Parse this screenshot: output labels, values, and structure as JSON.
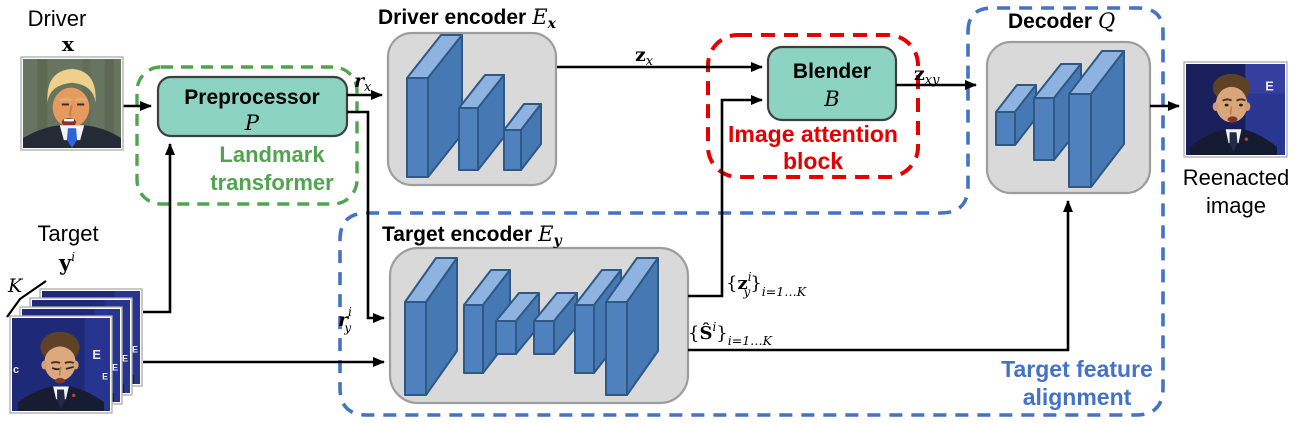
{
  "fig": {
    "driver": {
      "label": "Driver",
      "symbol": "x"
    },
    "target": {
      "label": "Target",
      "symbol": "y",
      "sup": "i",
      "count": "K"
    },
    "preprocessor": {
      "title": "Preprocessor",
      "symbol": "P"
    },
    "landmark_transformer": {
      "line1": "Landmark",
      "line2": "transformer"
    },
    "driver_encoder": {
      "title": "Driver encoder",
      "symbol": "E",
      "sub": "x"
    },
    "target_encoder": {
      "title": "Target encoder",
      "symbol": "E",
      "sub": "y"
    },
    "blender": {
      "title": "Blender",
      "symbol": "B"
    },
    "image_attention": {
      "line1": "Image attention",
      "line2": "block"
    },
    "decoder": {
      "title": "Decoder",
      "symbol": "Q"
    },
    "target_feature": {
      "line1": "Target feature",
      "line2": "alignment"
    },
    "reenacted": {
      "line1": "Reenacted",
      "line2": "image"
    },
    "signals": {
      "rx": {
        "sym": "r",
        "sub": "x"
      },
      "ry": {
        "sym": "r",
        "sub": "y",
        "sup": "i"
      },
      "zx": {
        "sym": "z",
        "sub": "x"
      },
      "zxy": {
        "sym": "z",
        "sub": "xy"
      },
      "zy_set": {
        "open": "{",
        "sym": "z",
        "sup": "i",
        "sub": "y",
        "close": "}",
        "index": "i=1…K"
      },
      "s_set": {
        "open": "{",
        "sym": "Ŝ",
        "sup": "i",
        "close": "}",
        "index": "i=1…K"
      }
    }
  },
  "photos": {
    "letter": "E",
    "partial_letter": "c"
  },
  "colors": {
    "green": "#4FA54F",
    "red": "#E50000",
    "blue": "#4472C4",
    "teal": "#8CD3C2",
    "box_gray": "#D9D9D9",
    "slab_front": "#4E81BD",
    "slab_top": "#8FB3E0",
    "slab_side": "#4678B4",
    "slab_stroke": "#2E5984"
  }
}
